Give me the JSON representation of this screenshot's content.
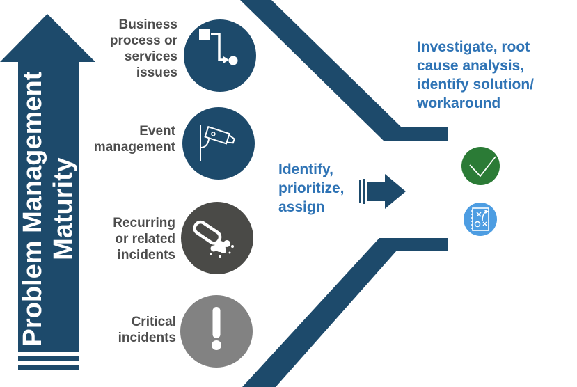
{
  "colors": {
    "navy": "#1d4a6b",
    "dark_gray": "#4a4a47",
    "gray": "#828282",
    "label_gray": "#4d4d4d",
    "blue_text": "#2e73b5",
    "green": "#2b7b36",
    "light_blue": "#4d9de2"
  },
  "maturity_axis": {
    "line1": "Problem Management",
    "line2": "Maturity"
  },
  "stages": [
    {
      "label": "Business\nprocess or\nservices\nissues",
      "icon": "workflow-icon",
      "circle_color": "#1d4a6b"
    },
    {
      "label": "Event\nmanagement",
      "icon": "cctv-camera-icon",
      "circle_color": "#1d4a6b"
    },
    {
      "label": "Recurring\nor related\nincidents",
      "icon": "spill-icon",
      "circle_color": "#4a4a47"
    },
    {
      "label": "Critical\nincidents",
      "icon": "exclamation-icon",
      "circle_color": "#828282"
    }
  ],
  "steps": {
    "identify": "Identify,\nprioritize,\nassign",
    "investigate": "Investigate, root\ncause analysis,\nidentify solution/\nworkaround"
  },
  "outcomes": [
    {
      "icon": "checkmark-icon",
      "color": "#2b7b36"
    },
    {
      "icon": "strategy-icon",
      "color": "#4d9de2"
    }
  ]
}
